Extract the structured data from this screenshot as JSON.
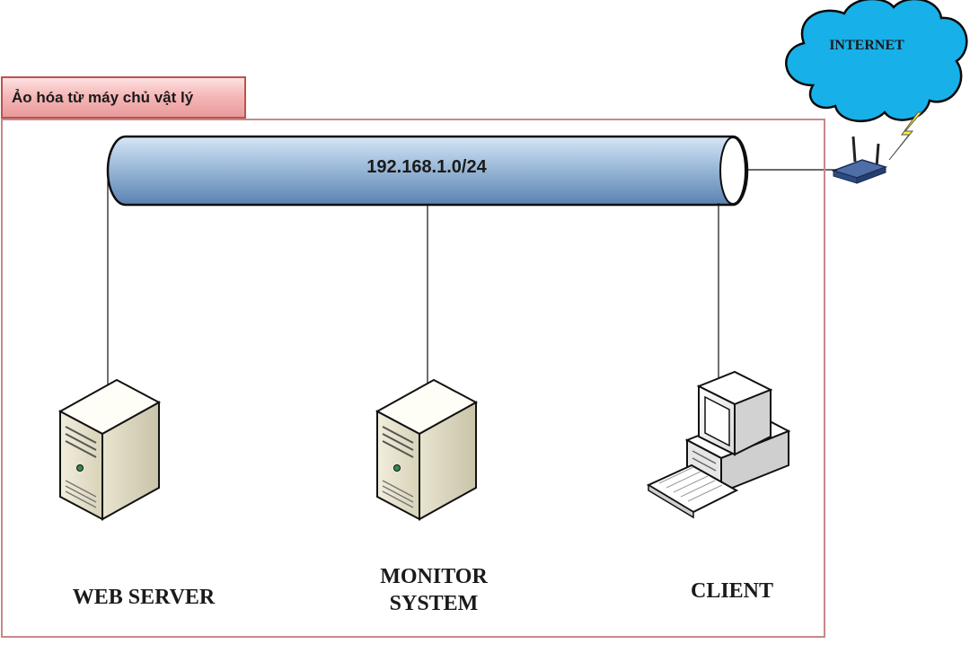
{
  "group": {
    "title": "Ảo hóa từ máy chủ vật lý"
  },
  "network": {
    "subnet": "192.168.1.0/24"
  },
  "internet": {
    "label": "INTERNET"
  },
  "nodes": {
    "web_server": {
      "label": "WEB SERVER"
    },
    "monitor": {
      "line1": "MONITOR",
      "line2": "SYSTEM"
    },
    "client": {
      "label": "CLIENT"
    }
  },
  "icons": [
    "cloud-icon",
    "wireless-router-icon",
    "lightning-icon",
    "server-tower-icon",
    "desktop-pc-icon"
  ]
}
